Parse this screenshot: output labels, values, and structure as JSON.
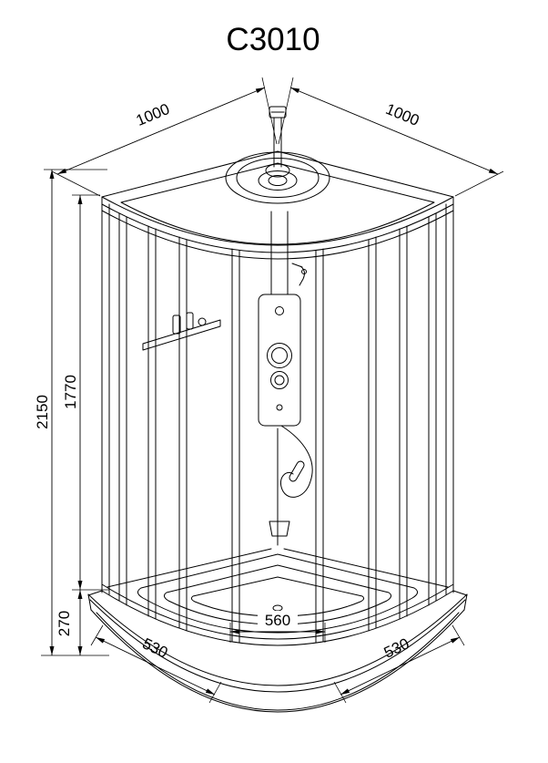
{
  "title": "C3010",
  "drawing": {
    "dim_width_left": "1000",
    "dim_width_right": "1000",
    "dim_height_total": "2150",
    "dim_height_cabin": "1770",
    "dim_tray_height": "270",
    "dim_inner_width": "560",
    "dim_front_left": "530",
    "dim_front_right": "530"
  },
  "colors": {
    "line": "#000000",
    "background": "#ffffff"
  }
}
